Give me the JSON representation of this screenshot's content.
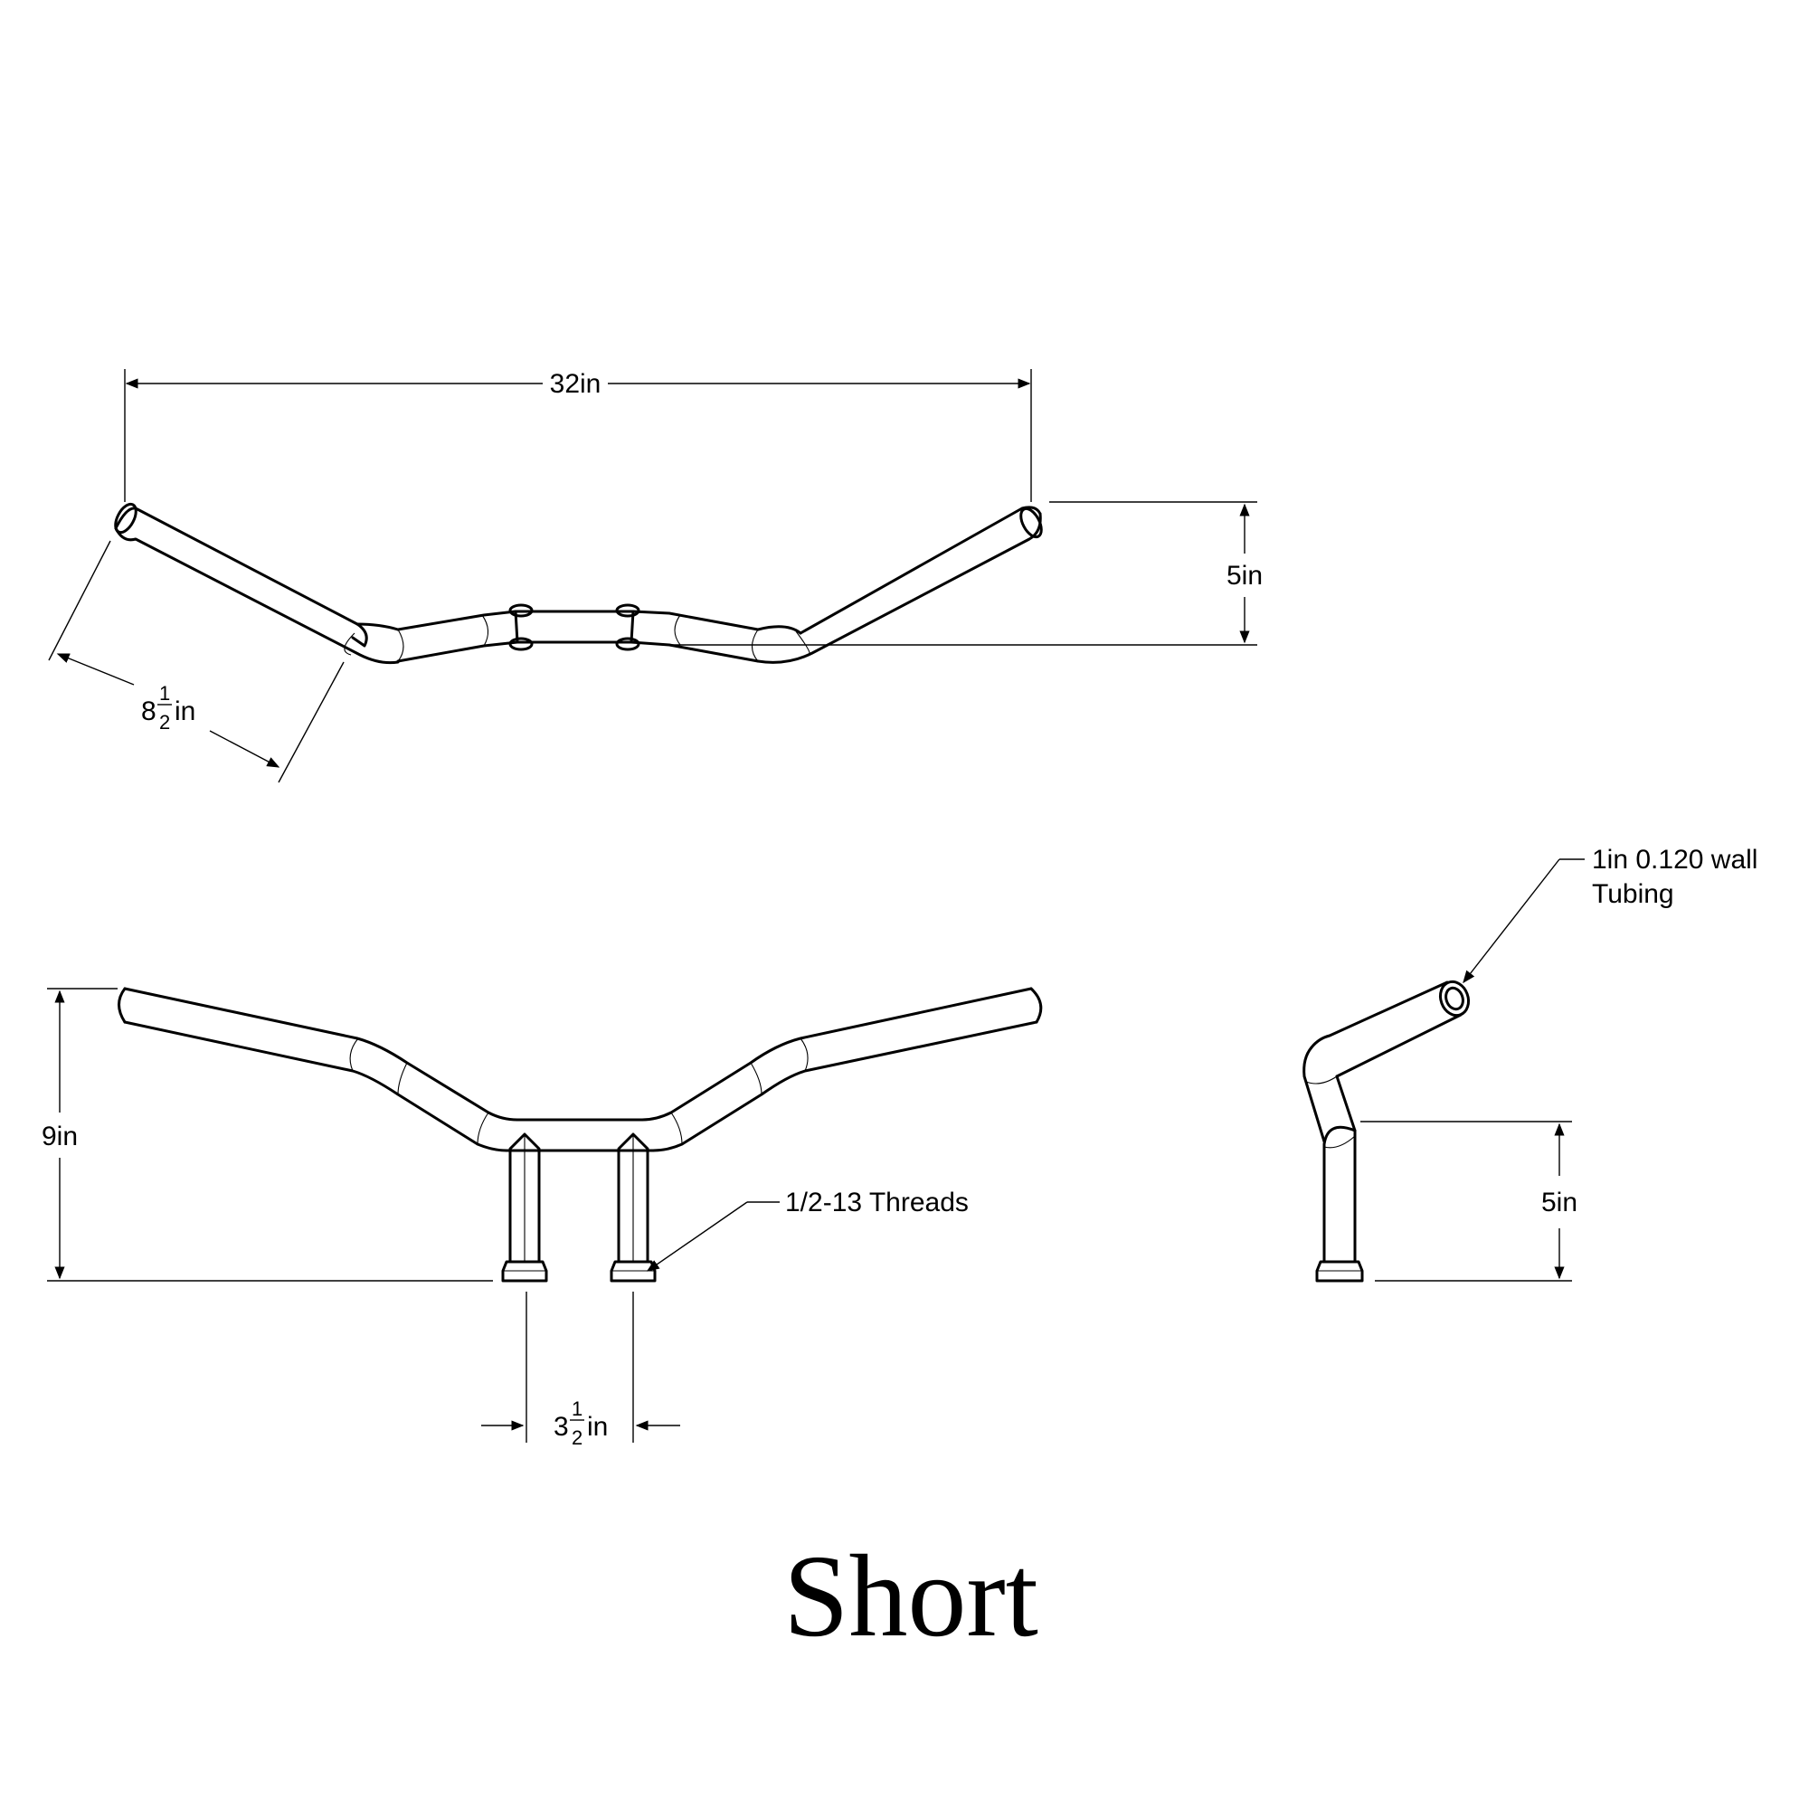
{
  "title": "Short",
  "top_view": {
    "width_label": "32in",
    "rise_label": "5in",
    "pullback_whole": "8",
    "pullback_num": "1",
    "pullback_den": "2",
    "pullback_unit": "in"
  },
  "front_view": {
    "height_label": "9in",
    "threads_label": "1/2-13 Threads",
    "spacing_whole": "3",
    "spacing_num": "1",
    "spacing_den": "2",
    "spacing_unit": "in"
  },
  "side_view": {
    "riser_label": "5in",
    "tubing_line1": "1in 0.120 wall",
    "tubing_line2": "Tubing"
  }
}
